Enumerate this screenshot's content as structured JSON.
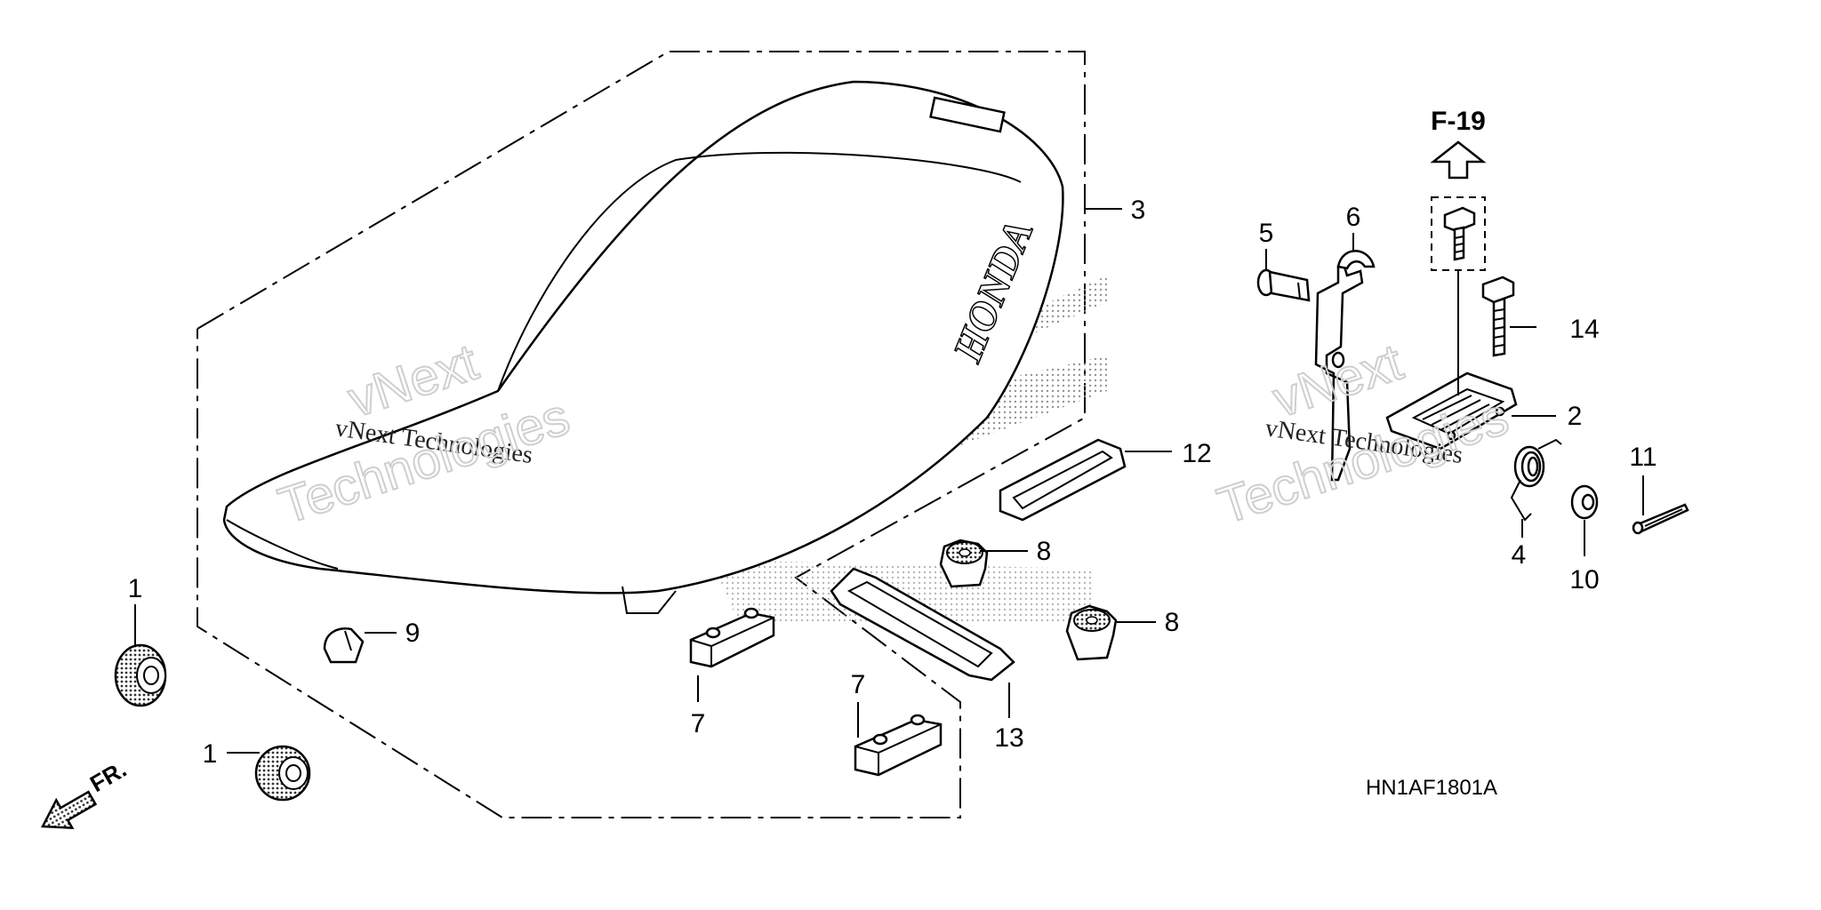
{
  "diagram": {
    "reference_label": "F-19",
    "drawing_code": "HN1AF1801A",
    "front_indicator": "FR.",
    "seat_brand": "HONDA",
    "watermark": {
      "text_small": "vNext Technologies",
      "text_large_line1": "vNext",
      "text_large_line2": "Technologies"
    },
    "callouts": [
      {
        "id": "c1a",
        "label": "1"
      },
      {
        "id": "c1b",
        "label": "1"
      },
      {
        "id": "c2",
        "label": "2"
      },
      {
        "id": "c3",
        "label": "3"
      },
      {
        "id": "c4",
        "label": "4"
      },
      {
        "id": "c5",
        "label": "5"
      },
      {
        "id": "c6",
        "label": "6"
      },
      {
        "id": "c7a",
        "label": "7"
      },
      {
        "id": "c7b",
        "label": "7"
      },
      {
        "id": "c8a",
        "label": "8"
      },
      {
        "id": "c8b",
        "label": "8"
      },
      {
        "id": "c9",
        "label": "9"
      },
      {
        "id": "c10",
        "label": "10"
      },
      {
        "id": "c11",
        "label": "11"
      },
      {
        "id": "c12",
        "label": "12"
      },
      {
        "id": "c13",
        "label": "13"
      },
      {
        "id": "c14",
        "label": "14"
      }
    ]
  }
}
